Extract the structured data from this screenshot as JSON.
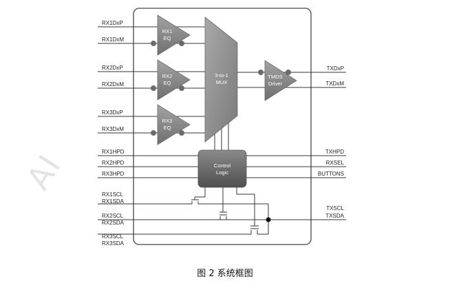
{
  "caption": "图 2 系统框图",
  "watermark": "AI",
  "colors": {
    "block_fill": "#8c8c8c",
    "block_dark": "#5f5f5f",
    "wire": "#333333",
    "border": "#444444"
  },
  "left_pins": {
    "rx1dxp": "RX1DxP",
    "rx1dxm": "RX1DxM",
    "rx2dxp": "RX2DxP",
    "rx2dxm": "RX2DxM",
    "rx3dxp": "RX3DxP",
    "rx3dxm": "RX3DxM",
    "rx1hpd": "RX1HPD",
    "rx2hpd": "RX2HPD",
    "rx3hpd": "RX3HPD",
    "rx1scl": "RX1SCL",
    "rx1sda": "RX1SDA",
    "rx2scl": "RX2SCL",
    "rx2sda": "RX2SDA",
    "rx3scl": "RX3SCL",
    "rx3sda": "RX3SDA"
  },
  "right_pins": {
    "txdxp": "TXDxP",
    "txdxm": "TXDxM",
    "txhpd": "TXHPD",
    "rxsel": "RXSEL",
    "buttons": "BUTTONS",
    "txscl": "TXSCL",
    "txsda": "TXSDA"
  },
  "blocks": {
    "rx1_eq": [
      "RX1",
      "EQ"
    ],
    "rx2_eq": [
      "RX2",
      "EQ"
    ],
    "rx3_eq": [
      "RX3",
      "EQ"
    ],
    "mux": [
      "3-to-1",
      "MUX"
    ],
    "tmds": [
      "TMDS",
      "Driver"
    ],
    "control": [
      "Control",
      "Logic"
    ]
  }
}
